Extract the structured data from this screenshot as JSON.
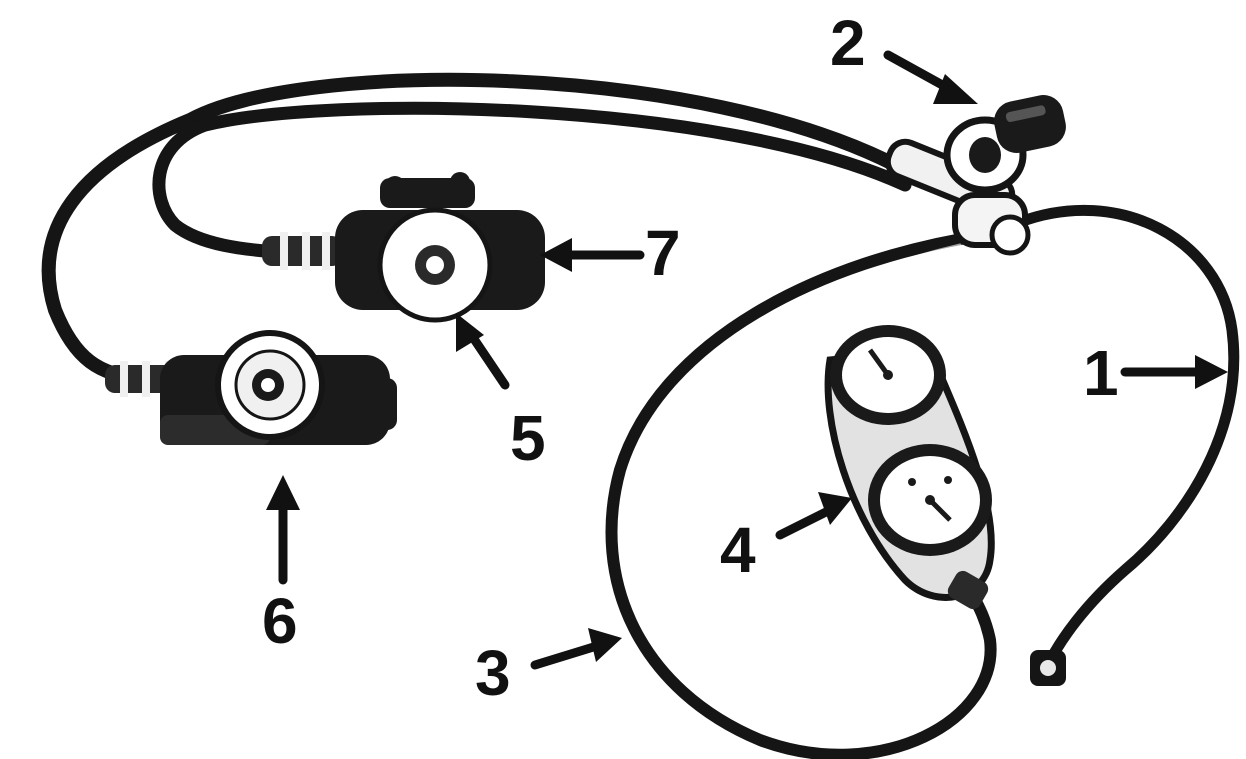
{
  "figure": {
    "callouts": [
      {
        "id": "1",
        "label": "1"
      },
      {
        "id": "2",
        "label": "2"
      },
      {
        "id": "3",
        "label": "3"
      },
      {
        "id": "4",
        "label": "4"
      },
      {
        "id": "5",
        "label": "5"
      },
      {
        "id": "6",
        "label": "6"
      },
      {
        "id": "7",
        "label": "7"
      }
    ],
    "colors": {
      "ink": "#111111",
      "paper": "#ffffff",
      "hose": "#151515",
      "metal_light": "#f2f2f2",
      "metal_mid": "#9a9a9a"
    }
  }
}
